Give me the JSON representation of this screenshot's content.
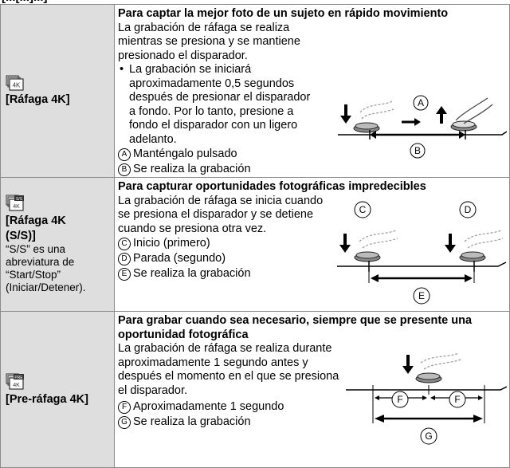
{
  "top_cut_text": "[...[...]...]",
  "rows": [
    {
      "icon": "burst-4k-icon",
      "mode_label": "[Ráfaga 4K]",
      "heading": "Para captar la mejor foto de un sujeto en rápido movimiento",
      "description": "La grabación de ráfaga se realiza mientras se presiona y se mantiene presionado el disparador.",
      "bullet": "La grabación se iniciará aproximadamente 0,5 segundos después de presionar el disparador a fondo. Por lo tanto, presione a fondo el disparador con un ligero adelanto.",
      "legend": [
        {
          "mark": "A",
          "text": "Manténgalo pulsado"
        },
        {
          "mark": "B",
          "text": "Se realiza la grabación"
        }
      ]
    },
    {
      "icon": "burst-4k-start-stop-icon",
      "icon_tag": "S/S",
      "mode_label_1": "[Ráfaga 4K",
      "mode_label_2": "(S/S)]",
      "note": "“S/S” es una abreviatura de “Start/Stop” (Iniciar/Detener).",
      "heading": "Para capturar oportunidades fotográficas impredecibles",
      "description": "La grabación de ráfaga se inicia cuando se presiona el disparador y se detiene cuando se presiona otra vez.",
      "legend": [
        {
          "mark": "C",
          "text": "Inicio (primero)"
        },
        {
          "mark": "D",
          "text": "Parada (segundo)"
        },
        {
          "mark": "E",
          "text": "Se realiza la grabación"
        }
      ]
    },
    {
      "icon": "pre-burst-4k-icon",
      "icon_tag": "PRE",
      "mode_label": "[Pre-ráfaga 4K]",
      "heading": "Para grabar cuando sea necesario, siempre que se presente una oportunidad fotográfica",
      "description": "La grabación de ráfaga se realiza durante aproximadamente 1 segundo antes y después el momento en el que se presiona el disparador.",
      "legend": [
        {
          "mark": "F",
          "text": "Aproximadamente 1 segundo"
        },
        {
          "mark": "G",
          "text": "Se realiza la grabación"
        }
      ]
    }
  ],
  "icon_text": "4K",
  "diagram_marks": {
    "a": "A",
    "b": "B",
    "c": "C",
    "d": "D",
    "e": "E",
    "f": "F",
    "g": "G"
  },
  "colors": {
    "left_bg": "#dedede",
    "border": "#8a8a8a"
  }
}
